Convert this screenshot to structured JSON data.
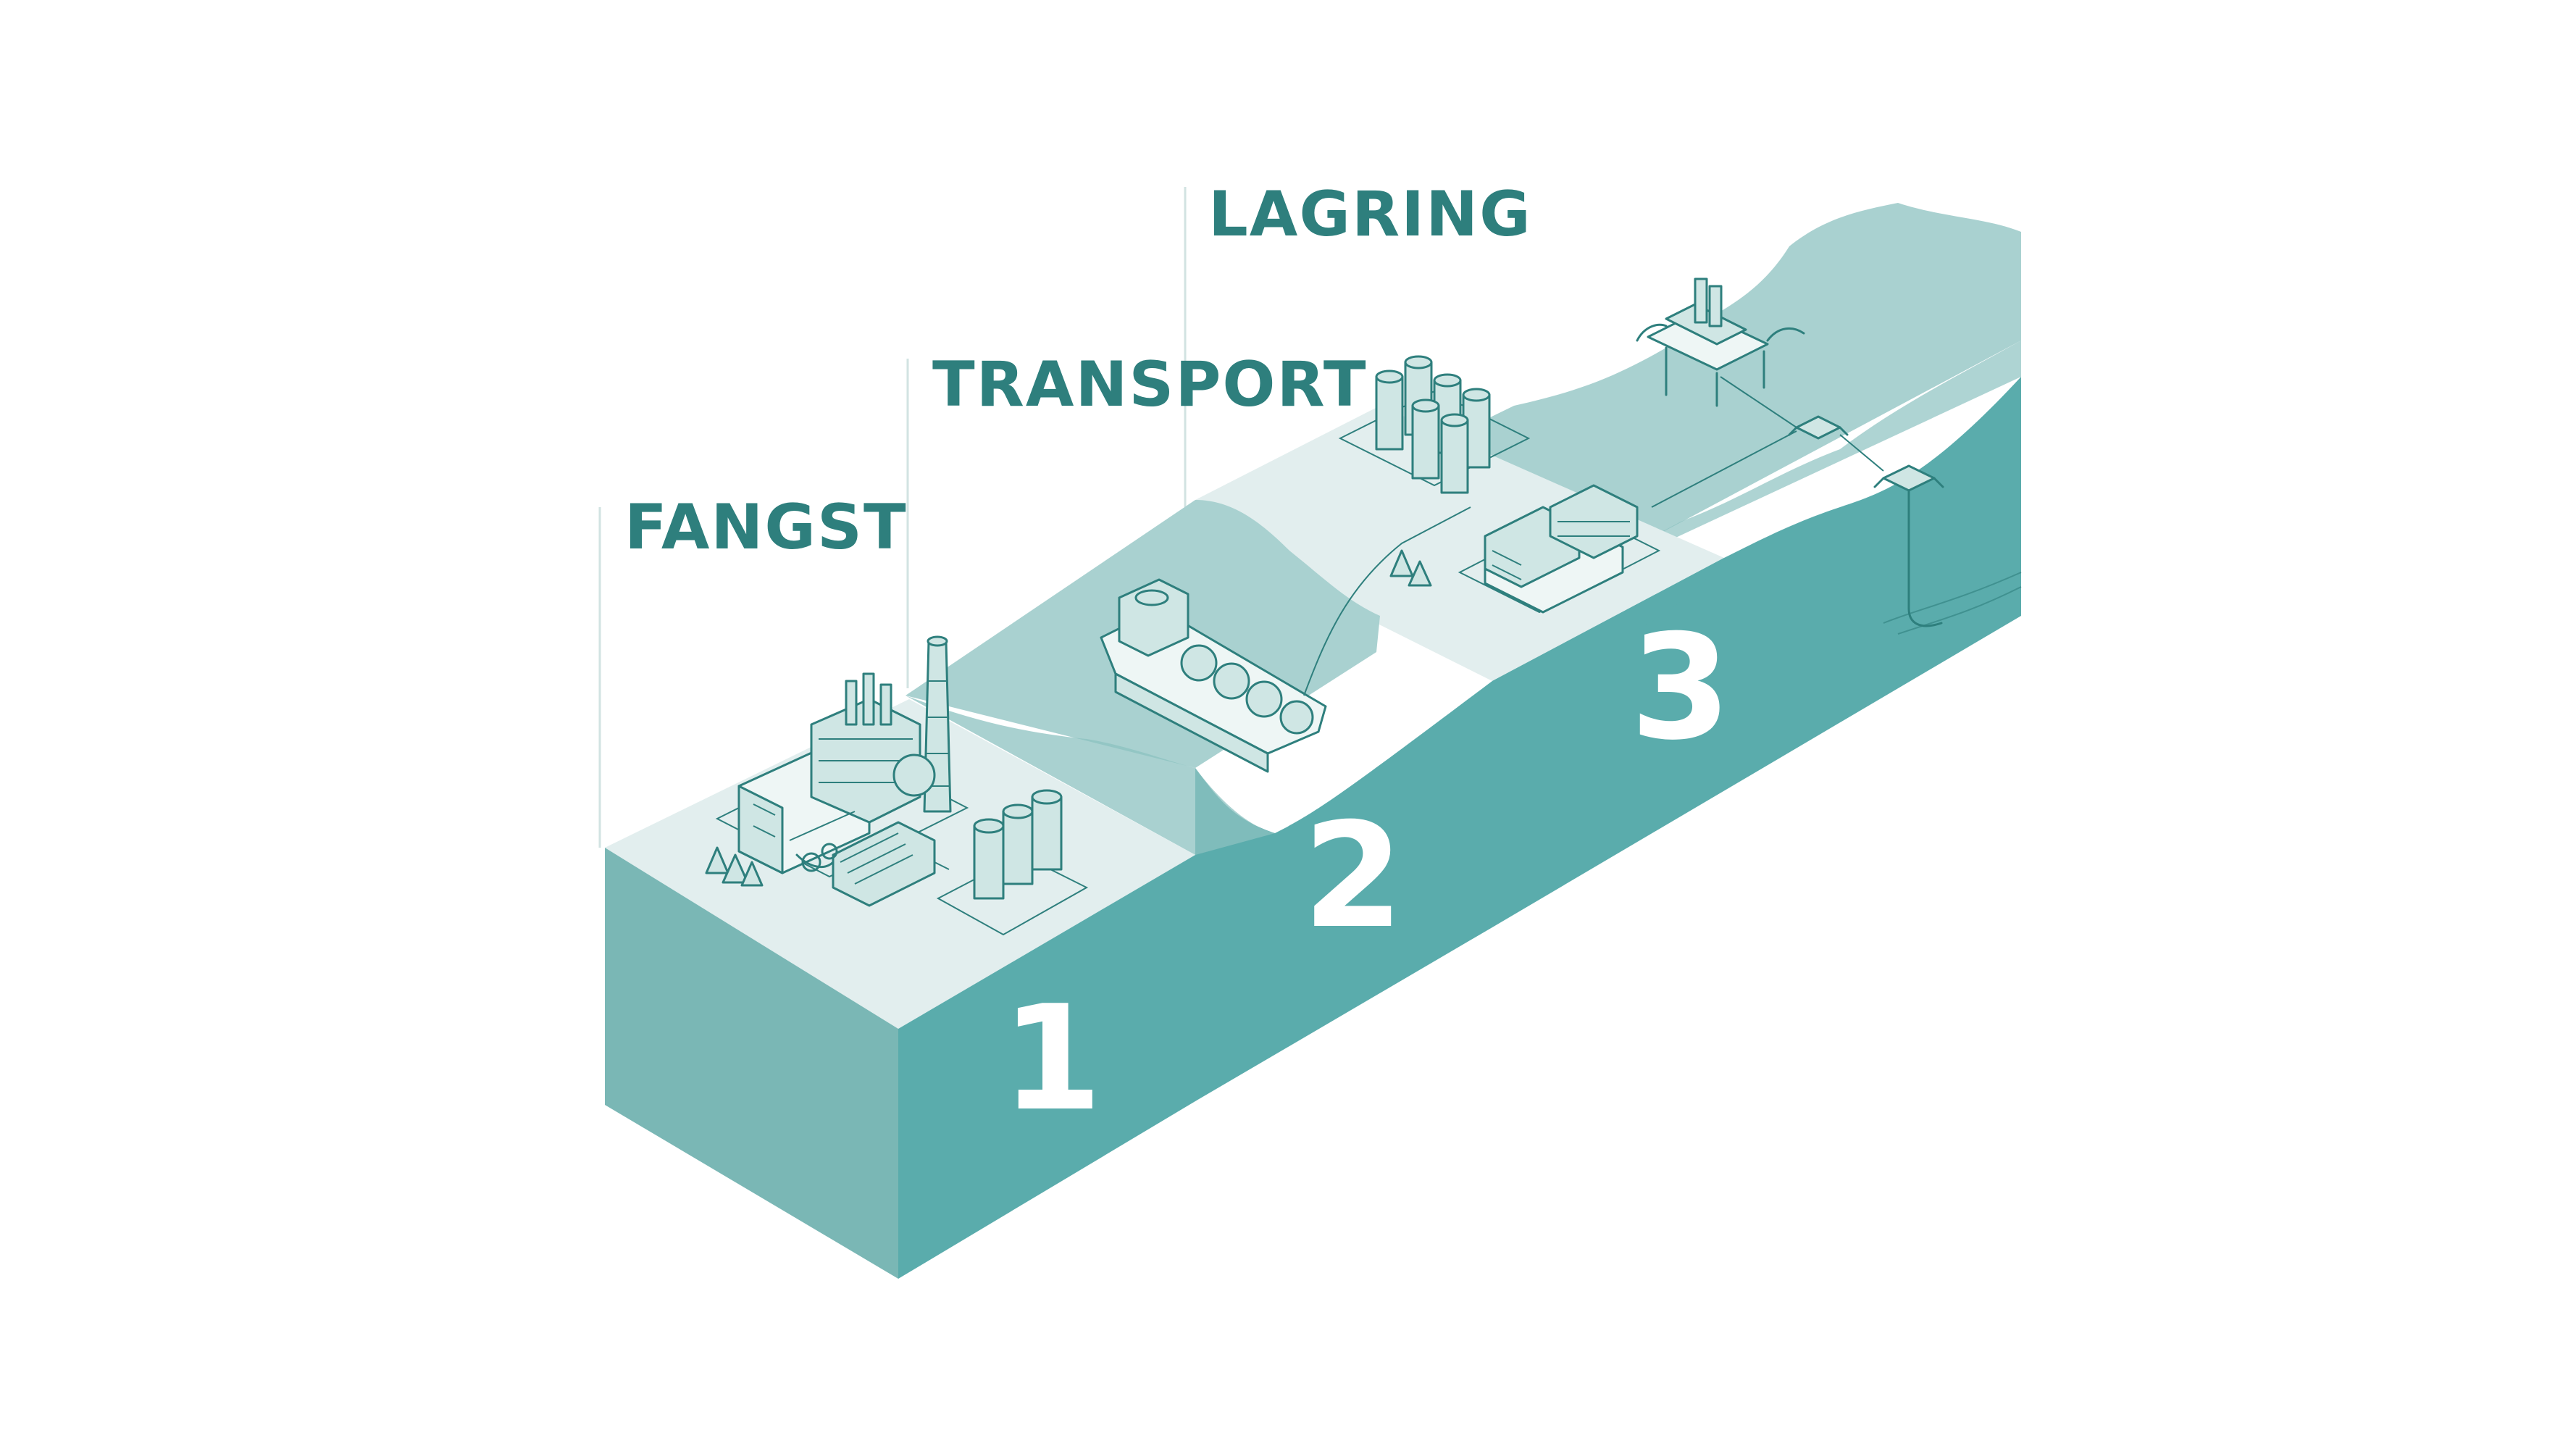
{
  "stages": [
    {
      "label": "FANGST",
      "number": "1"
    },
    {
      "label": "TRANSPORT",
      "number": "2"
    },
    {
      "label": "LAGRING",
      "number": "3"
    }
  ],
  "colors": {
    "label_text": "#2e7f7d",
    "top_surface": "#e2eeee",
    "block_front": "#7ab7b5",
    "block_side": "#5aacac",
    "water_light": "#a9d1d0",
    "water_mid": "#8cc2c0",
    "line_art": "#2e7f7d"
  },
  "icons": [
    "factory-icon",
    "chimney-icon",
    "storage-tank-icon",
    "tree-icon",
    "co2-ship-icon",
    "office-building-icon",
    "offshore-platform-icon",
    "subsea-template-icon"
  ]
}
